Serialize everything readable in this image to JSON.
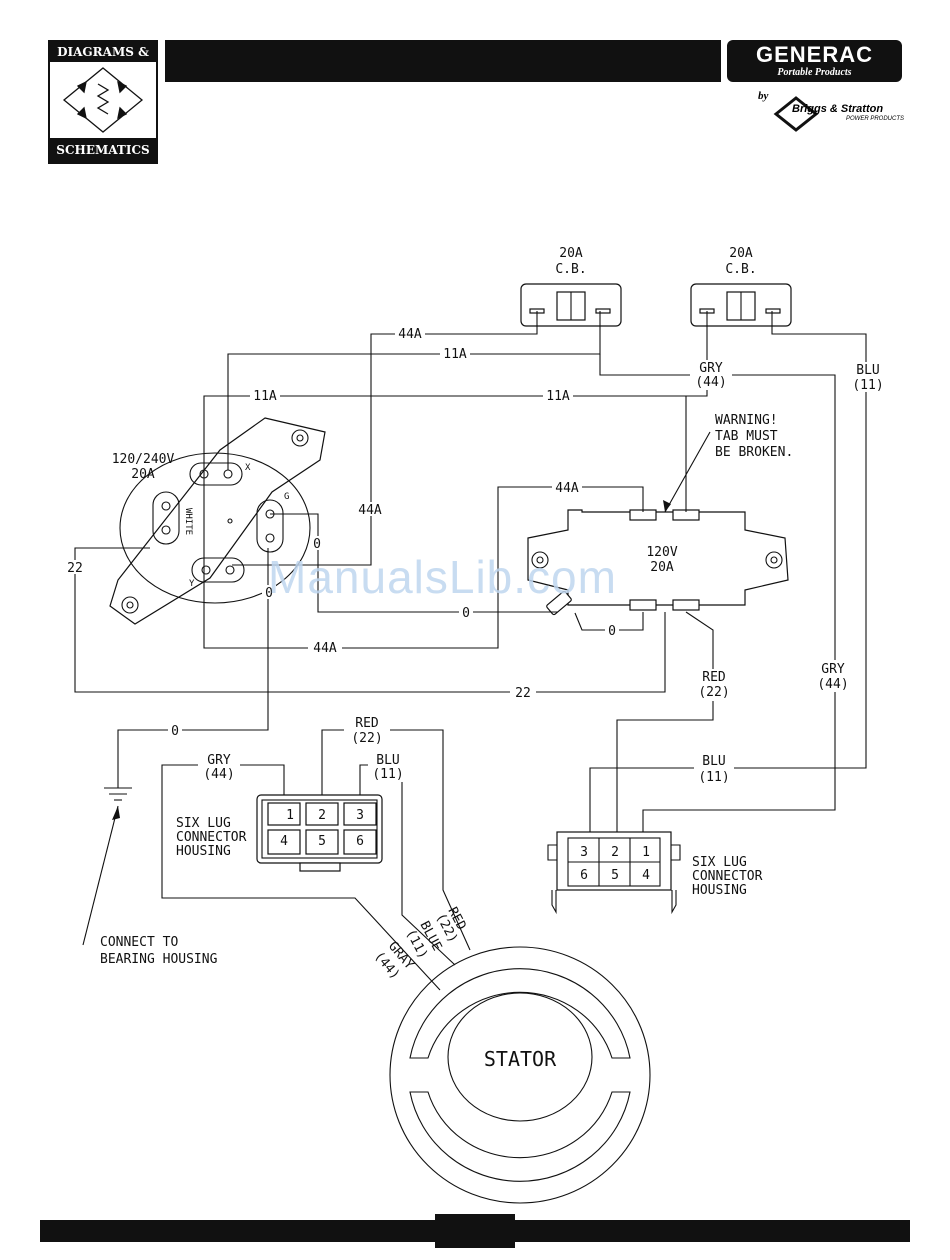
{
  "header": {
    "logo_top": "DIAGRAMS &",
    "logo_bottom": "SCHEMATICS",
    "brand": "GENERAC",
    "brand_tagline": "Portable Products",
    "by": "by",
    "partner": "Briggs & Stratton",
    "partner_tagline": "POWER PRODUCTS"
  },
  "watermark": "ManualsLib.com",
  "breakers": [
    {
      "rating": "20A",
      "type": "C.B."
    },
    {
      "rating": "20A",
      "type": "C.B."
    }
  ],
  "receptacles": {
    "twist_lock": {
      "voltage": "120/240V",
      "amps": "20A",
      "pins": {
        "x": "X",
        "g": "G",
        "y": "Y",
        "white": "WHITE"
      }
    },
    "duplex": {
      "voltage": "120V",
      "amps": "20A"
    }
  },
  "warning": {
    "line1": "WARNING!",
    "line2": "TAB MUST",
    "line3": "BE BROKEN."
  },
  "wire_labels": {
    "w44a": "44A",
    "w11a": "11A",
    "w22": "22",
    "w0": "0",
    "gry": "GRY",
    "blu": "BLU",
    "red": "RED",
    "n44": "(44)",
    "n11": "(11)",
    "n22": "(22)",
    "gray": "GRAY",
    "blue": "BLUE"
  },
  "connectors": {
    "left": {
      "label": [
        "SIX LUG",
        "CONNECTOR",
        "HOUSING"
      ],
      "lugs": [
        "1",
        "2",
        "3",
        "4",
        "5",
        "6"
      ]
    },
    "right": {
      "label": [
        "SIX LUG",
        "CONNECTOR",
        "HOUSING"
      ],
      "lugs": [
        "3",
        "2",
        "1",
        "6",
        "5",
        "4"
      ]
    }
  },
  "ground_note": [
    "CONNECT TO",
    "BEARING HOUSING"
  ],
  "stator_label": "STATOR"
}
